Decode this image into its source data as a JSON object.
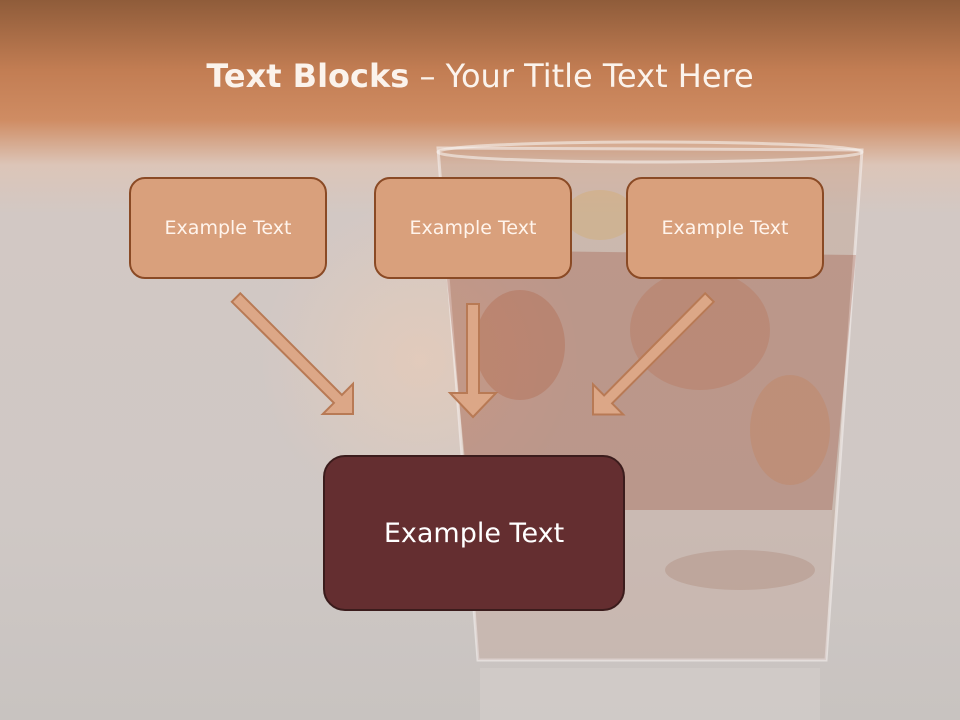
{
  "title": {
    "bold": "Text Blocks",
    "dash": " – ",
    "rest": "Your Title Text Here"
  },
  "blocks": [
    {
      "label": "Example Text"
    },
    {
      "label": "Example Text"
    },
    {
      "label": "Example Text"
    }
  ],
  "center_block": {
    "label": "Example Text"
  },
  "colors": {
    "small_box_fill": "#d9a07c",
    "center_box_fill": "#642e30",
    "arrow_fill": "#dca787",
    "header_band": "#c27d53"
  }
}
